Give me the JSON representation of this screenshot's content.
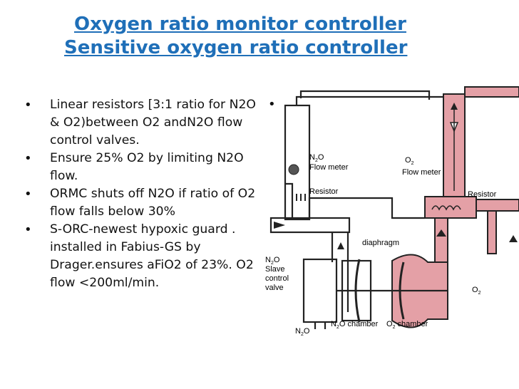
{
  "slide": {
    "title_line1": "Oxygen ratio monitor controller",
    "title_line2": "Sensitive oxygen ratio controller",
    "bullets": [
      "Linear resistors [3:1 ratio for N2O & O2)between O2 andN2O flow control valves.",
      "Ensure 25% O2 by limiting N2O flow.",
      "ORMC shuts off N2O if ratio of O2 flow falls below 30%",
      "S-ORC-newest hypoxic guard . installed in Fabius-GS by Drager.ensures aFiO2 of 23%. O2 flow <200ml/min."
    ],
    "bullet_glyph": "•",
    "right_bullet": "•"
  },
  "diagram": {
    "n2o_flow_meter": [
      "N",
      "2",
      "O",
      "Flow meter"
    ],
    "o2_flow_meter": [
      "O",
      "2",
      "Flow meter"
    ],
    "resistor_left": "Resistor",
    "resistor_right": "Resistor",
    "diaphragm": "diaphragm",
    "slave_valve": [
      "N",
      "2",
      "O",
      "Slave",
      "control",
      "valve"
    ],
    "n2o_chamber": [
      "N",
      "2",
      "O chamber"
    ],
    "o2_chamber": [
      "O",
      "2",
      " chamber"
    ],
    "n2o_inlet": [
      "N",
      "2",
      "O"
    ],
    "o2_inlet": [
      "O",
      "2"
    ],
    "colors": {
      "oxygen_pink": "#e4a0a6",
      "line": "#222222",
      "title_blue": "#1f6fb8"
    }
  }
}
